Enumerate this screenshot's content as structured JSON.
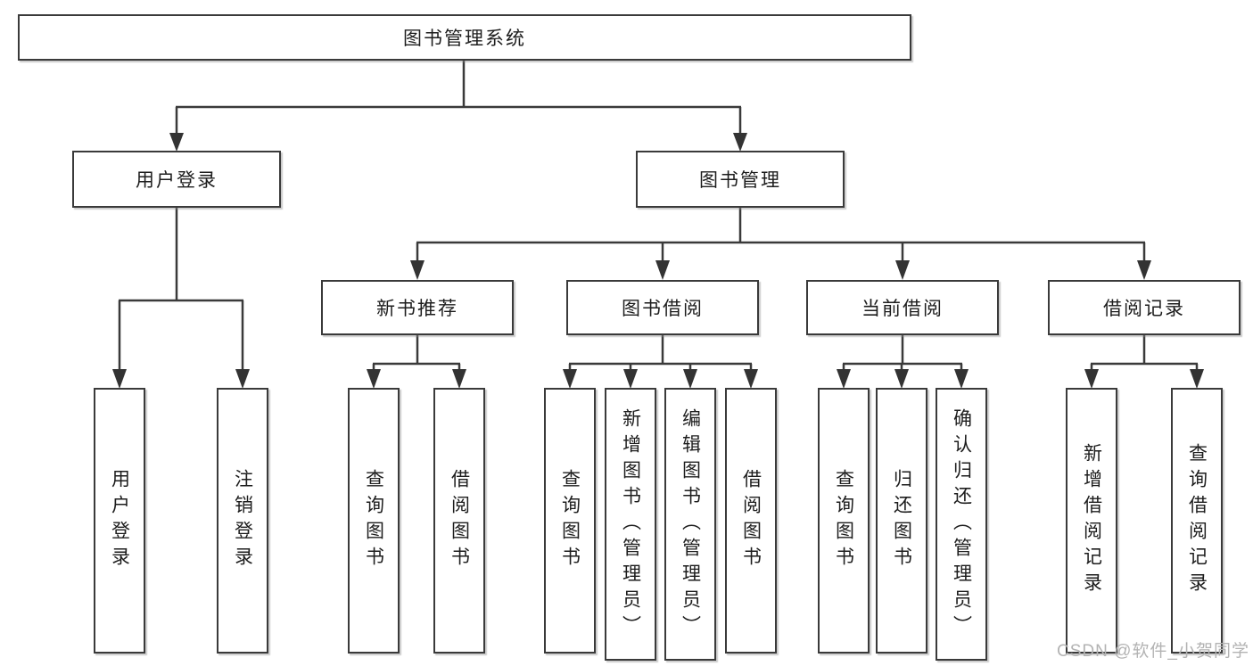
{
  "diagram": {
    "root": {
      "label": "图书管理系统"
    },
    "branches": [
      {
        "label": "用户登录",
        "leaves": [
          {
            "label": "用户登录"
          },
          {
            "label": "注销登录"
          }
        ]
      },
      {
        "label": "图书管理",
        "sections": [
          {
            "label": "新书推荐",
            "leaves": [
              {
                "label": "查询图书"
              },
              {
                "label": "借阅图书"
              }
            ]
          },
          {
            "label": "图书借阅",
            "leaves": [
              {
                "label": "查询图书"
              },
              {
                "label": "新增图书（管理员）"
              },
              {
                "label": "编辑图书（管理员）"
              },
              {
                "label": "借阅图书"
              }
            ]
          },
          {
            "label": "当前借阅",
            "leaves": [
              {
                "label": "查询图书"
              },
              {
                "label": "归还图书"
              },
              {
                "label": "确认归还（管理员）"
              }
            ]
          },
          {
            "label": "借阅记录",
            "leaves": [
              {
                "label": "新增借阅记录"
              },
              {
                "label": "查询借阅记录"
              }
            ]
          }
        ]
      }
    ],
    "colors": {
      "line": "#3a3a3a",
      "box_border": "#3a3a3a",
      "text": "#1d1d1d",
      "watermark": "#b3b3b3"
    }
  },
  "watermark": {
    "text": "CSDN @软件_小贺同学"
  }
}
